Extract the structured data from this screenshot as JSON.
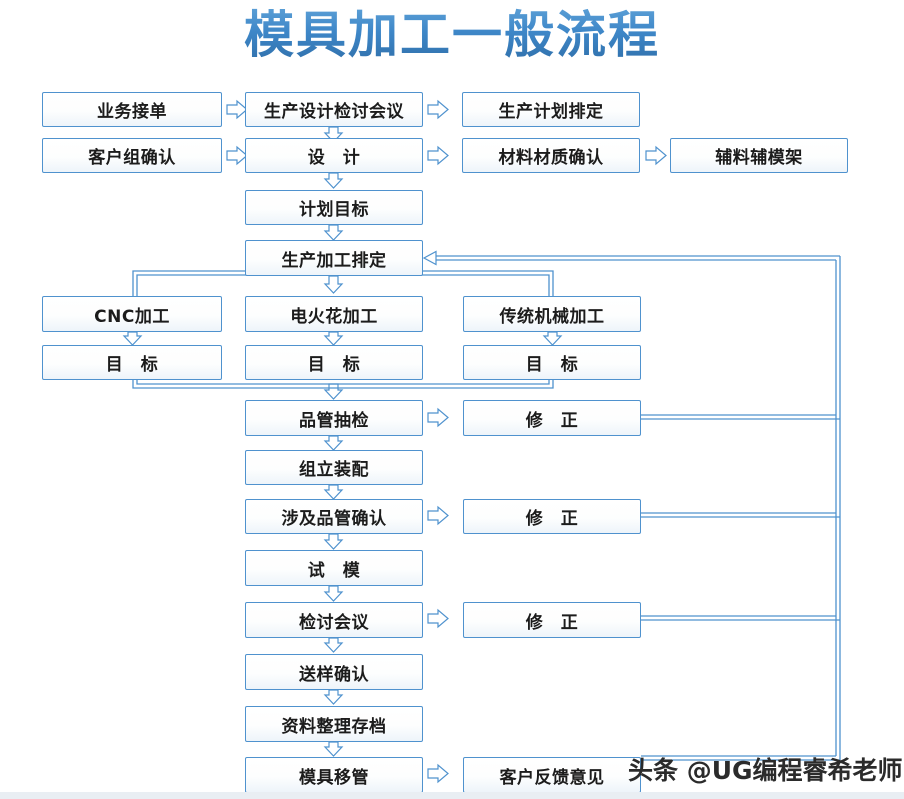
{
  "title": "模具加工一般流程",
  "watermark": "头条 @UG编程睿希老师",
  "colors": {
    "node_border": "#4f92ce",
    "arrow_stroke": "#4f92ce",
    "arrow_fill": "#ffffff",
    "title_blue": "#3c84c4",
    "text": "#1c1c1c",
    "background": "#ffffff"
  },
  "nodes": {
    "order_intake": "业务接单",
    "design_review_meeting": "生产设计检讨会议",
    "production_plan_schedule": "生产计划排定",
    "customer_group_confirm": "客户组确认",
    "design": "设　计",
    "material_quality_confirm": "材料材质确认",
    "aux_material_frame": "辅料辅模架",
    "plan_target": "计划目标",
    "machining_schedule": "生产加工排定",
    "cnc_machining": "CNC加工",
    "edm_machining": "电火花加工",
    "conventional_machining": "传统机械加工",
    "target_cnc": "目　标",
    "target_edm": "目　标",
    "target_conventional": "目　标",
    "qc_sampling": "品管抽检",
    "fix_1": "修　正",
    "assembly": "组立装配",
    "qc_confirm": "涉及品管确认",
    "fix_2": "修　正",
    "mold_trial": "试　模",
    "review_meeting": "检讨会议",
    "fix_3": "修　正",
    "sample_confirm": "送样确认",
    "document_archive": "资料整理存档",
    "mold_handover": "模具移管",
    "customer_feedback": "客户反馈意见"
  },
  "chart_data": {
    "type": "flowchart",
    "title": "模具加工一般流程",
    "orientation": "top-to-bottom",
    "nodes": [
      {
        "id": "order_intake",
        "label": "业务接单",
        "row": 1,
        "col": 1
      },
      {
        "id": "design_review_meeting",
        "label": "生产设计检讨会议",
        "row": 1,
        "col": 2
      },
      {
        "id": "production_plan_schedule",
        "label": "生产计划排定",
        "row": 1,
        "col": 3
      },
      {
        "id": "customer_group_confirm",
        "label": "客户组确认",
        "row": 2,
        "col": 1
      },
      {
        "id": "design",
        "label": "设　计",
        "row": 2,
        "col": 2
      },
      {
        "id": "material_quality_confirm",
        "label": "材料材质确认",
        "row": 2,
        "col": 3
      },
      {
        "id": "aux_material_frame",
        "label": "辅料辅模架",
        "row": 2,
        "col": 4
      },
      {
        "id": "plan_target",
        "label": "计划目标",
        "row": 3,
        "col": 2
      },
      {
        "id": "machining_schedule",
        "label": "生产加工排定",
        "row": 4,
        "col": 2
      },
      {
        "id": "cnc_machining",
        "label": "CNC加工",
        "row": 5,
        "col": 1
      },
      {
        "id": "edm_machining",
        "label": "电火花加工",
        "row": 5,
        "col": 2
      },
      {
        "id": "conventional_machining",
        "label": "传统机械加工",
        "row": 5,
        "col": 3
      },
      {
        "id": "target_cnc",
        "label": "目　标",
        "row": 6,
        "col": 1
      },
      {
        "id": "target_edm",
        "label": "目　标",
        "row": 6,
        "col": 2
      },
      {
        "id": "target_conventional",
        "label": "目　标",
        "row": 6,
        "col": 3
      },
      {
        "id": "qc_sampling",
        "label": "品管抽检",
        "row": 7,
        "col": 2
      },
      {
        "id": "fix_1",
        "label": "修　正",
        "row": 7,
        "col": 3
      },
      {
        "id": "assembly",
        "label": "组立装配",
        "row": 8,
        "col": 2
      },
      {
        "id": "qc_confirm",
        "label": "涉及品管确认",
        "row": 9,
        "col": 2
      },
      {
        "id": "fix_2",
        "label": "修　正",
        "row": 9,
        "col": 3
      },
      {
        "id": "mold_trial",
        "label": "试　模",
        "row": 10,
        "col": 2
      },
      {
        "id": "review_meeting",
        "label": "检讨会议",
        "row": 11,
        "col": 2
      },
      {
        "id": "fix_3",
        "label": "修　正",
        "row": 11,
        "col": 3
      },
      {
        "id": "sample_confirm",
        "label": "送样确认",
        "row": 12,
        "col": 2
      },
      {
        "id": "document_archive",
        "label": "资料整理存档",
        "row": 13,
        "col": 2
      },
      {
        "id": "mold_handover",
        "label": "模具移管",
        "row": 14,
        "col": 2
      },
      {
        "id": "customer_feedback",
        "label": "客户反馈意见",
        "row": 14,
        "col": 3
      }
    ],
    "edges": [
      {
        "from": "order_intake",
        "to": "design_review_meeting",
        "dir": "right"
      },
      {
        "from": "design_review_meeting",
        "to": "production_plan_schedule",
        "dir": "right"
      },
      {
        "from": "design_review_meeting",
        "to": "design",
        "dir": "down"
      },
      {
        "from": "customer_group_confirm",
        "to": "design",
        "dir": "right"
      },
      {
        "from": "design",
        "to": "material_quality_confirm",
        "dir": "right"
      },
      {
        "from": "material_quality_confirm",
        "to": "aux_material_frame",
        "dir": "right"
      },
      {
        "from": "design",
        "to": "plan_target",
        "dir": "down"
      },
      {
        "from": "plan_target",
        "to": "machining_schedule",
        "dir": "down"
      },
      {
        "from": "machining_schedule",
        "to": "cnc_machining",
        "dir": "split-down"
      },
      {
        "from": "machining_schedule",
        "to": "edm_machining",
        "dir": "down"
      },
      {
        "from": "machining_schedule",
        "to": "conventional_machining",
        "dir": "split-down"
      },
      {
        "from": "cnc_machining",
        "to": "target_cnc",
        "dir": "down"
      },
      {
        "from": "edm_machining",
        "to": "target_edm",
        "dir": "down"
      },
      {
        "from": "conventional_machining",
        "to": "target_conventional",
        "dir": "down"
      },
      {
        "from": "target_cnc",
        "to": "qc_sampling",
        "dir": "merge-down"
      },
      {
        "from": "target_edm",
        "to": "qc_sampling",
        "dir": "merge-down"
      },
      {
        "from": "target_conventional",
        "to": "qc_sampling",
        "dir": "merge-down"
      },
      {
        "from": "qc_sampling",
        "to": "fix_1",
        "dir": "right"
      },
      {
        "from": "fix_1",
        "to": "machining_schedule",
        "dir": "feedback-right-up"
      },
      {
        "from": "qc_sampling",
        "to": "assembly",
        "dir": "down"
      },
      {
        "from": "assembly",
        "to": "qc_confirm",
        "dir": "down"
      },
      {
        "from": "qc_confirm",
        "to": "fix_2",
        "dir": "right"
      },
      {
        "from": "fix_2",
        "to": "machining_schedule",
        "dir": "feedback-right-up"
      },
      {
        "from": "qc_confirm",
        "to": "mold_trial",
        "dir": "down"
      },
      {
        "from": "mold_trial",
        "to": "review_meeting",
        "dir": "down"
      },
      {
        "from": "review_meeting",
        "to": "fix_3",
        "dir": "right"
      },
      {
        "from": "fix_3",
        "to": "machining_schedule",
        "dir": "feedback-right-up"
      },
      {
        "from": "review_meeting",
        "to": "sample_confirm",
        "dir": "down"
      },
      {
        "from": "sample_confirm",
        "to": "document_archive",
        "dir": "down"
      },
      {
        "from": "document_archive",
        "to": "mold_handover",
        "dir": "down"
      },
      {
        "from": "mold_handover",
        "to": "customer_feedback",
        "dir": "right"
      },
      {
        "from": "customer_feedback",
        "to": "machining_schedule",
        "dir": "feedback-right-up"
      }
    ]
  }
}
